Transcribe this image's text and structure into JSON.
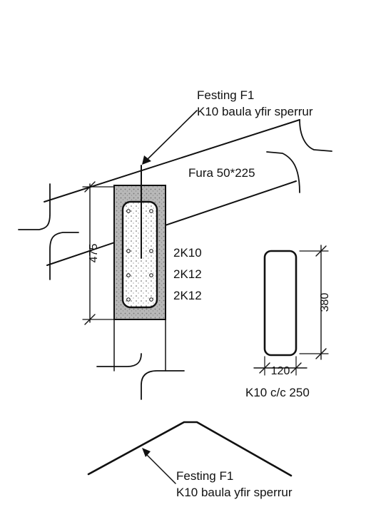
{
  "top_callout": {
    "line1": "Festing F1",
    "line2": "K10 baula yfir sperrur"
  },
  "rafter_label": "Fura 50*225",
  "beam_height_dim": "475",
  "reinforcement": [
    "2K10",
    "2K12",
    "2K12"
  ],
  "stirrup": {
    "height_dim": "380",
    "width_dim": "120",
    "spec": "K10 c/c 250"
  },
  "bottom_callout": {
    "line1": "Festing F1",
    "line2": "K10 baula yfir sperrur"
  },
  "colors": {
    "ink": "#111111",
    "concrete_fill": "#b5b5b5"
  }
}
